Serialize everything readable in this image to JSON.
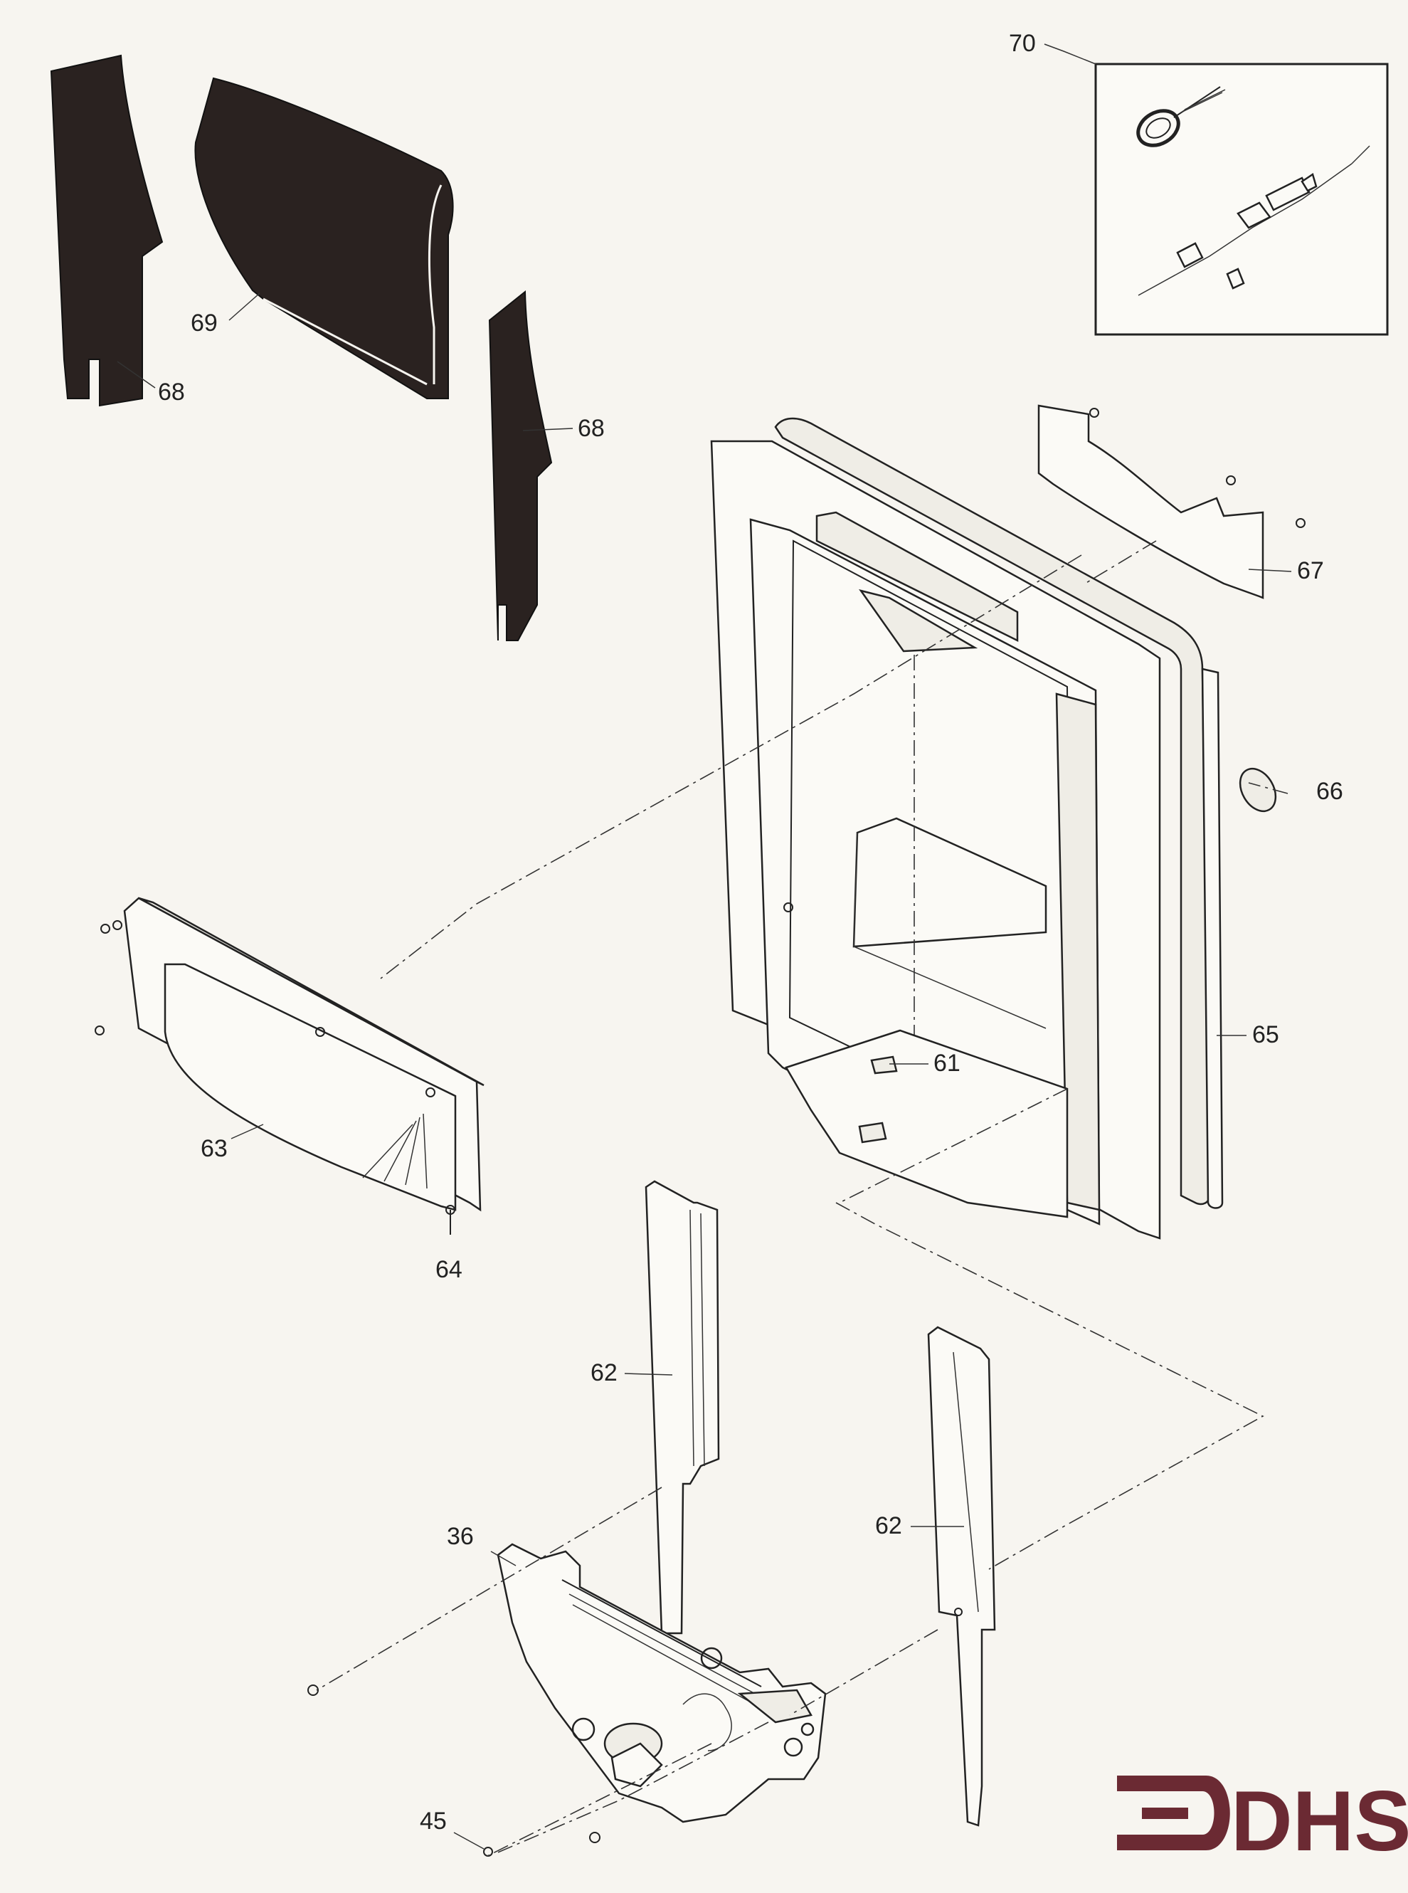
{
  "diagram": {
    "callouts": [
      {
        "id": "70",
        "text": "70"
      },
      {
        "id": "69",
        "text": "69"
      },
      {
        "id": "68a",
        "text": "68"
      },
      {
        "id": "68b",
        "text": "68"
      },
      {
        "id": "67",
        "text": "67"
      },
      {
        "id": "66",
        "text": "66"
      },
      {
        "id": "65",
        "text": "65"
      },
      {
        "id": "63",
        "text": "63"
      },
      {
        "id": "61",
        "text": "61"
      },
      {
        "id": "64",
        "text": "64"
      },
      {
        "id": "62a",
        "text": "62"
      },
      {
        "id": "62b",
        "text": "62"
      },
      {
        "id": "36",
        "text": "36"
      },
      {
        "id": "45",
        "text": "45"
      }
    ]
  },
  "logo": {
    "text": "DHS",
    "color": "#6b2a33"
  }
}
